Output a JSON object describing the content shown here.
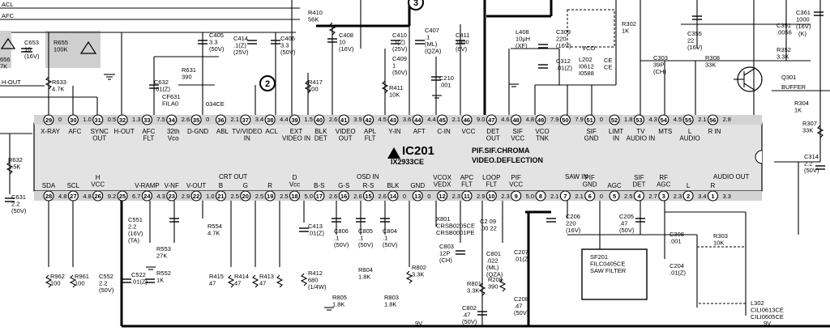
{
  "ic": {
    "ref": "IC201",
    "part": "IX2933CE",
    "function_line1": "PIF.SIF.CHROMA",
    "function_line2": "VIDEO.DEFLECTION",
    "top_pins": [
      {
        "num": "29",
        "label": "X-RAY",
        "volt": "0"
      },
      {
        "num": "30",
        "label": "AFC",
        "volt": "1.0"
      },
      {
        "num": "31",
        "label": "SYNC OUT",
        "volt": "0.5"
      },
      {
        "num": "32",
        "label": "H-OUT",
        "volt": "1.3"
      },
      {
        "num": "33",
        "label": "AFC FLT",
        "volt": "7.5"
      },
      {
        "num": "34",
        "label": "32th Vco",
        "volt": "2.6"
      },
      {
        "num": "35",
        "label": "D-GND",
        "volt": "0"
      },
      {
        "num": "36",
        "label": "ABL",
        "volt": "2.1"
      },
      {
        "num": "37",
        "label": "TV/VIDEO IN",
        "volt": "3.4"
      },
      {
        "num": "38",
        "label": "ACL",
        "volt": "4.4"
      },
      {
        "num": "39",
        "label": "EXT VIDEO IN",
        "volt": "1.5"
      },
      {
        "num": "40",
        "label": "BLK DET",
        "volt": "2.6"
      },
      {
        "num": "41",
        "label": "VIDEO OUT",
        "volt": "3.9"
      },
      {
        "num": "42",
        "label": "APL FLT",
        "volt": "4.5"
      },
      {
        "num": "43",
        "label": "Y-IN",
        "volt": "3.6"
      },
      {
        "num": "44",
        "label": "AFT",
        "volt": "4.4"
      },
      {
        "num": "45",
        "label": "C-IN",
        "volt": "2.1"
      },
      {
        "num": "46",
        "label": "VCC",
        "volt": "9.0"
      },
      {
        "num": "47",
        "label": "DET OUT",
        "volt": "4.6"
      },
      {
        "num": "48",
        "label": "SIF VCC",
        "volt": "4.8"
      },
      {
        "num": "49",
        "label": "VCO TNK",
        "volt": "7.9"
      },
      {
        "num": "50",
        "label": "",
        "volt": "7.9"
      },
      {
        "num": "51",
        "label": "SIF GND",
        "volt": "0"
      },
      {
        "num": "52",
        "label": "LIMT IN",
        "volt": "1.8"
      },
      {
        "num": "53",
        "label": "TV AUDIO IN",
        "volt": "4.3"
      },
      {
        "num": "54",
        "label": "MTS",
        "volt": "4.5"
      },
      {
        "num": "55",
        "label": "L AUDIO",
        "volt": "2.1"
      },
      {
        "num": "56",
        "label": "R IN",
        "volt": "2.8"
      }
    ],
    "bottom_pins": [
      {
        "num": "28",
        "label": "SDA",
        "volt": "4.8"
      },
      {
        "num": "27",
        "label": "SCL",
        "volt": "4.8"
      },
      {
        "num": "26",
        "label": "H VCC",
        "volt": "9.2"
      },
      {
        "num": "25",
        "label": "",
        "volt": "6.7"
      },
      {
        "num": "24",
        "label": "V-RAMP",
        "volt": "4.3"
      },
      {
        "num": "23",
        "label": "V-NF",
        "volt": "2.9"
      },
      {
        "num": "22",
        "label": "V-OUT",
        "volt": "1.0"
      },
      {
        "num": "21",
        "label": "B",
        "volt": "2.5"
      },
      {
        "num": "20",
        "label": "G",
        "volt": "2.5"
      },
      {
        "num": "19",
        "label": "R",
        "volt": "2.5"
      },
      {
        "num": "18",
        "label": "D Vcc",
        "volt": "5.0"
      },
      {
        "num": "17",
        "label": "B-S",
        "volt": "2.6"
      },
      {
        "num": "16",
        "label": "G-S",
        "volt": "2.6"
      },
      {
        "num": "15",
        "label": "R-S",
        "volt": "2.6"
      },
      {
        "num": "14",
        "label": "BLK",
        "volt": "0"
      },
      {
        "num": "13",
        "label": "GND",
        "volt": "0"
      },
      {
        "num": "12",
        "label": "VCOX VEDX",
        "volt": "2.3"
      },
      {
        "num": "11",
        "label": "APC FLT",
        "volt": "2.9"
      },
      {
        "num": "10",
        "label": "LOOP FLT",
        "volt": "2.3"
      },
      {
        "num": "9",
        "label": "PIF VCC",
        "volt": "5.0"
      },
      {
        "num": "8",
        "label": "",
        "volt": "2.1"
      },
      {
        "num": "7",
        "label": "",
        "volt": "2.1"
      },
      {
        "num": "6",
        "label": "PIF GND",
        "volt": "0"
      },
      {
        "num": "5",
        "label": "AGC",
        "volt": "2.5"
      },
      {
        "num": "4",
        "label": "SIF DET",
        "volt": "2.7"
      },
      {
        "num": "3",
        "label": "RF AGC",
        "volt": "2.3"
      },
      {
        "num": "2",
        "label": "L",
        "volt": "3.4"
      },
      {
        "num": "1",
        "label": "R",
        "volt": "3.3"
      }
    ],
    "group_crt_out": "CRT OUT",
    "group_osd_in": "OSD IN",
    "group_saw_in": "SAW IN",
    "group_audio_out": "AUDIO OUT"
  },
  "top_labels": [
    {
      "id": "acl",
      "t": "ACL"
    },
    {
      "id": "afc",
      "t": "AFC"
    },
    {
      "id": "hout",
      "t": "H-OUT"
    },
    {
      "id": "c653",
      "t": "C653\n10\n(16V)"
    },
    {
      "id": "r655",
      "t": "R655\n100K"
    },
    {
      "id": "r656",
      "t": "656\n7K"
    },
    {
      "id": "r633",
      "t": "R633\n4.7K"
    },
    {
      "id": "c632",
      "t": "C632\n.01(Z)"
    },
    {
      "id": "c405",
      "t": "C405\n3.3\n(50V)"
    },
    {
      "id": "c414",
      "t": "C414\n.1(Z)\n(25V)"
    },
    {
      "id": "c406",
      "t": "C406\n3.3\n(50V)"
    },
    {
      "id": "r631",
      "t": "R631\n390"
    },
    {
      "id": "cf631",
      "t": "CF631\nFILA0"
    },
    {
      "id": "o34ce",
      "t": "034CE"
    },
    {
      "id": "r410",
      "t": "R410\n56K"
    },
    {
      "id": "r417",
      "t": "R417\n100"
    },
    {
      "id": "c408",
      "t": "C408\n10\n(16V)"
    },
    {
      "id": "c410",
      "t": "C410\n.1(Z)\n(25V)"
    },
    {
      "id": "c407",
      "t": "C407\n.1\n(ML)\n(QZA)"
    },
    {
      "id": "c411",
      "t": "C411\n1000\n(6V)"
    },
    {
      "id": "c409",
      "t": "C409\n1\n(50V)"
    },
    {
      "id": "r411",
      "t": "R411\n10K"
    },
    {
      "id": "c210",
      "t": "C210\n.001"
    },
    {
      "id": "l408",
      "t": "L408\n10μH\n(XF)"
    },
    {
      "id": "c309",
      "t": "C309\n220\n(16V)"
    },
    {
      "id": "c312",
      "t": "C312\n.01(Z)"
    },
    {
      "id": "vco",
      "t": "VCO"
    },
    {
      "id": "l202",
      "t": "L202\nI0612\nI0588"
    },
    {
      "id": "ce1",
      "t": "CE\nCE"
    },
    {
      "id": "r302",
      "t": "R302\n1K"
    },
    {
      "id": "c355",
      "t": "C355\n22\n(16V)"
    },
    {
      "id": "c351",
      "t": "C351\n.0056"
    },
    {
      "id": "k1",
      "t": "(K)"
    },
    {
      "id": "r352",
      "t": "R352\n3.3K"
    },
    {
      "id": "c361",
      "t": "C361\n1000\n(16V)"
    },
    {
      "id": "c303",
      "t": "C303\n39P\n(CH)"
    },
    {
      "id": "r308",
      "t": "R308\n33K"
    },
    {
      "id": "q301",
      "t": "Q301"
    },
    {
      "id": "buffer",
      "t": "BUFFER"
    },
    {
      "id": "r304",
      "t": "R304\n1K"
    }
  ],
  "bottom_labels": [
    {
      "id": "r632",
      "t": "R632\n1.5K"
    },
    {
      "id": "c631",
      "t": "C631\n2.2\n(50V)"
    },
    {
      "id": "r962",
      "t": "R962\n100"
    },
    {
      "id": "r961",
      "t": "R961\n100"
    },
    {
      "id": "c552",
      "t": "C552\n2.2\n(50V)"
    },
    {
      "id": "c522",
      "t": "C522\n.01(Z)"
    },
    {
      "id": "c551",
      "t": "C551\n2.2\n(16V)\n(TA)"
    },
    {
      "id": "r553",
      "t": "R553\n27K"
    },
    {
      "id": "r552",
      "t": "R552\n1K"
    },
    {
      "id": "r554",
      "t": "R554\n4.7K"
    },
    {
      "id": "r415",
      "t": "R415\n47"
    },
    {
      "id": "r414",
      "t": "R414\n47"
    },
    {
      "id": "r413",
      "t": "R413\n47"
    },
    {
      "id": "r412",
      "t": "R412\n680\n(1/4W)"
    },
    {
      "id": "c413",
      "t": "C413\n.01(Z)"
    },
    {
      "id": "c806",
      "t": "C806\n.1\n(50V)"
    },
    {
      "id": "c805",
      "t": "C805\n.1\n(50V)"
    },
    {
      "id": "c804",
      "t": "C804\n.1\n(50V)"
    },
    {
      "id": "r804",
      "t": "R804\n1.8K"
    },
    {
      "id": "r805",
      "t": "R805\n1.8K"
    },
    {
      "id": "r803",
      "t": "R803\n1.8K"
    },
    {
      "id": "r802",
      "t": "R802\n3.3K"
    },
    {
      "id": "x801",
      "t": "X801\nCRSB0205CE\nCRSB0001PE"
    },
    {
      "id": "c803",
      "t": "C803\n12P\n(CH)"
    },
    {
      "id": "r801",
      "t": "R801\n3.3K"
    },
    {
      "id": "c802",
      "t": "C802\n.47\n(50V)"
    },
    {
      "id": "c209",
      "t": "C2 09\n.00 22"
    },
    {
      "id": "c801",
      "t": "C801\n.022\n(ML)\n(QZA)"
    },
    {
      "id": "r208",
      "t": "R208\n390"
    },
    {
      "id": "c207",
      "t": "C207\n.01(Z)"
    },
    {
      "id": "c208",
      "t": "C208\n.47\n(50V)"
    },
    {
      "id": "c206",
      "t": "C206\n220\n(16V)"
    },
    {
      "id": "sf201",
      "t": "SF201\nFILC0405CE\nSAW FILTER"
    },
    {
      "id": "c205",
      "t": "C205\n.47\n(50V)"
    },
    {
      "id": "c308",
      "t": "C308\n.001"
    },
    {
      "id": "r303",
      "t": "R303\n10K"
    },
    {
      "id": "c204",
      "t": "C204\n.01(Z)"
    },
    {
      "id": "l302",
      "t": "L302\nCILI0613CE\nCILI0605CE"
    },
    {
      "id": "r307",
      "t": "R307\n33K"
    },
    {
      "id": "c314",
      "t": "C314\n2.2\n(50V)"
    },
    {
      "id": "9va",
      "t": "9V"
    },
    {
      "id": "9vb",
      "t": "9V"
    }
  ],
  "circle_markers": [
    "2",
    "3"
  ],
  "colors": {
    "ink": "#000000",
    "ic_fill": "#e3e3e3",
    "ic_strip": "#d3d3d3",
    "warn_box": "#cfcfcf"
  }
}
